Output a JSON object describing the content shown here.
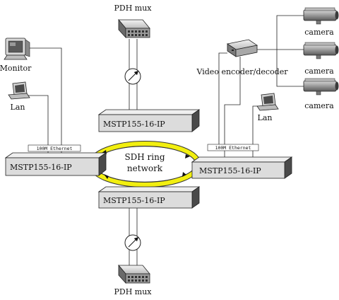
{
  "labels": {
    "pdh_mux_top": "PDH mux",
    "pdh_mux_bottom": "PDH mux",
    "monitor": "Monitor",
    "lan_left": "Lan",
    "lan_right": "Lan",
    "video_encoder": "Video encoder/decoder",
    "camera_1": "camera",
    "camera_2": "camera",
    "camera_3": "camera",
    "ring_line1": "SDH ring",
    "ring_line2": "network",
    "eth_left": "100M Ethernet",
    "eth_right": "100M Ethernet",
    "mstp_top": "MSTP155-16-IP",
    "mstp_left": "MSTP155-16-IP",
    "mstp_right": "MSTP155-16-IP",
    "mstp_bottom": "MSTP155-16-IP"
  },
  "colors": {
    "ring_yellow": "#f2ef10",
    "device_face": "#dcdcdc",
    "device_dark": "#4a4a4a",
    "line": "#222222"
  },
  "icons": {
    "pdh_mux": "router-box-icon",
    "monitor": "monitor-icon",
    "lan": "laptop-icon",
    "camera": "camera-icon",
    "video_encoder": "encoder-box-icon",
    "fiber_converter": "gauge-icon"
  }
}
